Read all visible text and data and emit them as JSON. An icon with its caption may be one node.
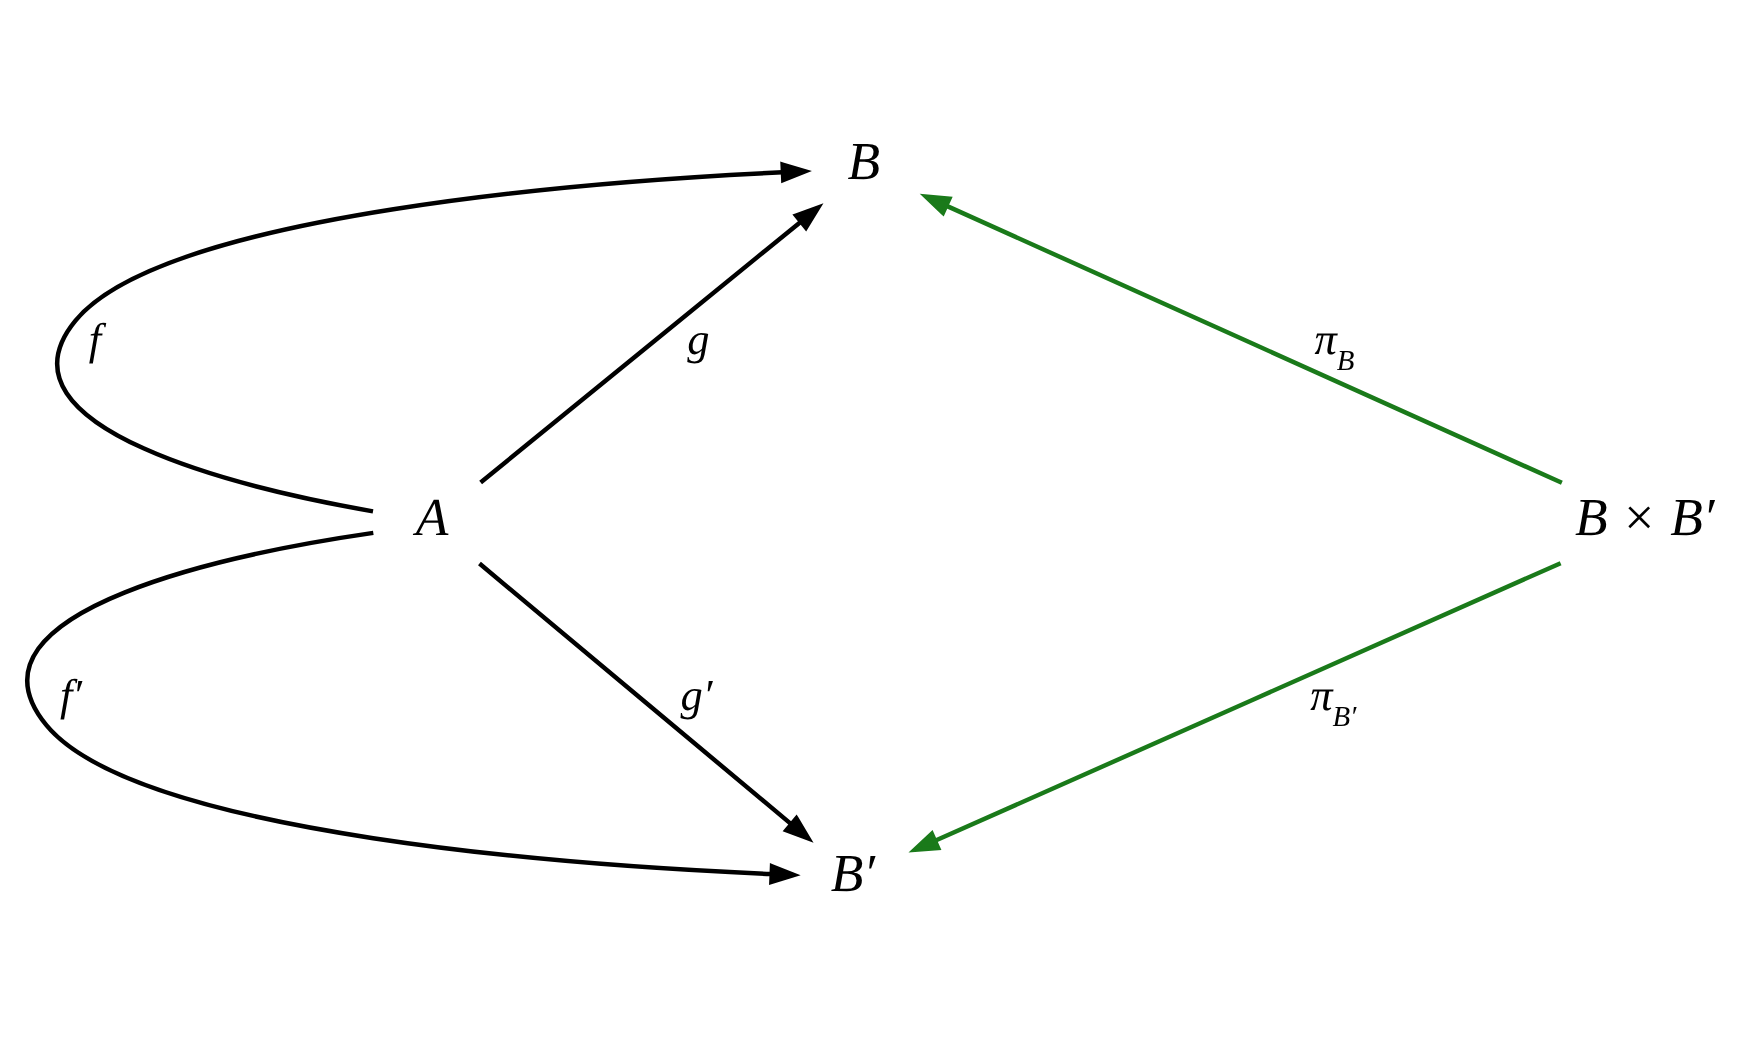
{
  "diagram": {
    "nodes": [
      {
        "text": [
          "B"
        ]
      },
      {
        "text": [
          "A"
        ]
      },
      {
        "text": [
          "B × B′"
        ]
      },
      {
        "text": [
          "B′"
        ]
      }
    ],
    "edges": [
      {
        "from": 1,
        "to": 0,
        "arrow": "to",
        "label": "f"
      },
      {
        "from": 1,
        "to": 0,
        "arrow": "to",
        "label": "g"
      },
      {
        "from": 1,
        "to": 3,
        "arrow": "to",
        "label": "f′"
      },
      {
        "from": 1,
        "to": 3,
        "arrow": "to",
        "label": "g′"
      },
      {
        "from": 2,
        "to": 0,
        "arrow": "to",
        "label": "π$_{B}$",
        "color": "#1a7a1a"
      },
      {
        "from": 2,
        "to": 3,
        "arrow": "to",
        "label": "π$_{B′}$",
        "color": "#1a7a1a"
      }
    ]
  }
}
